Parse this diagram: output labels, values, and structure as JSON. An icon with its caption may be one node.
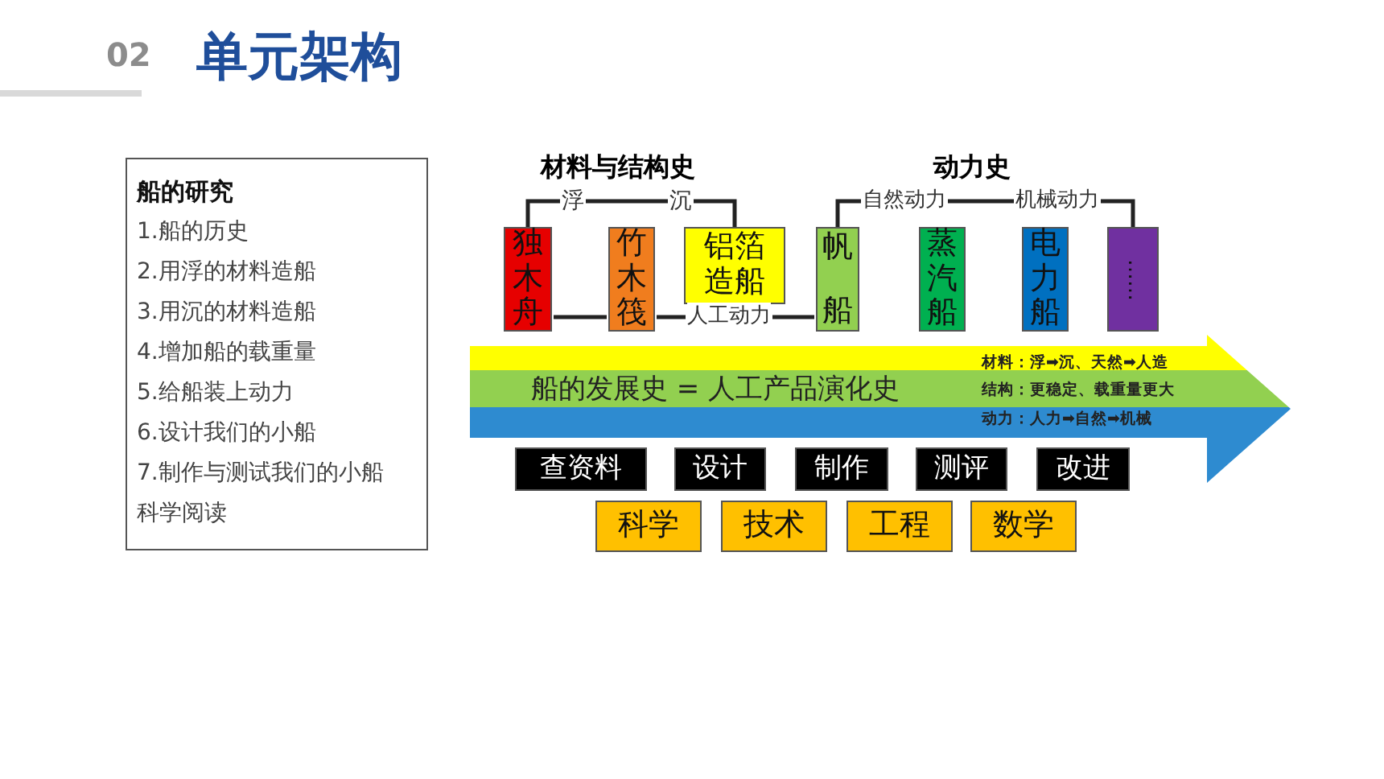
{
  "diagram": {
    "title": "单元架构",
    "nodes": [
      {
        "text": [
          "船的研究",
          "1.船的历史",
          "2.用浮的材料造船",
          "3.用沉的材料造船",
          "4.增加船的载重量",
          "5.给船装上动力",
          "6.设计我们的小船",
          "7.制作与测试我们的小船",
          "科学阅读"
        ]
      },
      {
        "text": [
          "独木舟"
        ]
      },
      {
        "text": [
          "竹木筏"
        ]
      },
      {
        "text": [
          "铝箔造船"
        ]
      },
      {
        "text": [
          "帆船"
        ]
      },
      {
        "text": [
          "蒸汽船"
        ]
      },
      {
        "text": [
          "电力船"
        ]
      },
      {
        "text": [
          "……"
        ]
      },
      {
        "text": [
          "浮"
        ]
      },
      {
        "text": [
          "沉"
        ]
      },
      {
        "text": [
          "自然动力"
        ]
      },
      {
        "text": [
          "机械动力"
        ]
      },
      {
        "text": [
          "人工动力"
        ]
      },
      {
        "text": [
          "船的发展史 = 人工产品演化史",
          "材料：浮➡沉、天然➡人造",
          "结构：更稳定、载重量更大",
          "动力：人力➡自然➡机械"
        ]
      },
      {
        "text": [
          "查资料"
        ]
      },
      {
        "text": [
          "设计"
        ]
      },
      {
        "text": [
          "制作"
        ]
      },
      {
        "text": [
          "测评"
        ]
      },
      {
        "text": [
          "改进"
        ]
      },
      {
        "text": [
          "科学"
        ]
      },
      {
        "text": [
          "技术"
        ]
      },
      {
        "text": [
          "工程"
        ]
      },
      {
        "text": [
          "数学"
        ]
      }
    ],
    "edges": [
      {
        "from": 1,
        "to": 8,
        "arrow": "none"
      },
      {
        "from": 8,
        "to": 9,
        "arrow": "none"
      },
      {
        "from": 9,
        "to": 3,
        "arrow": "none"
      },
      {
        "from": 4,
        "to": 10,
        "arrow": "none"
      },
      {
        "from": 10,
        "to": 11,
        "arrow": "none"
      },
      {
        "from": 11,
        "to": 7,
        "arrow": "none"
      },
      {
        "from": 1,
        "to": 2,
        "arrow": "none"
      },
      {
        "from": 2,
        "to": 12,
        "arrow": "none"
      },
      {
        "from": 12,
        "to": 4,
        "arrow": "none"
      }
    ],
    "labels": [
      "02",
      "材料与结构史",
      "动力史"
    ]
  }
}
